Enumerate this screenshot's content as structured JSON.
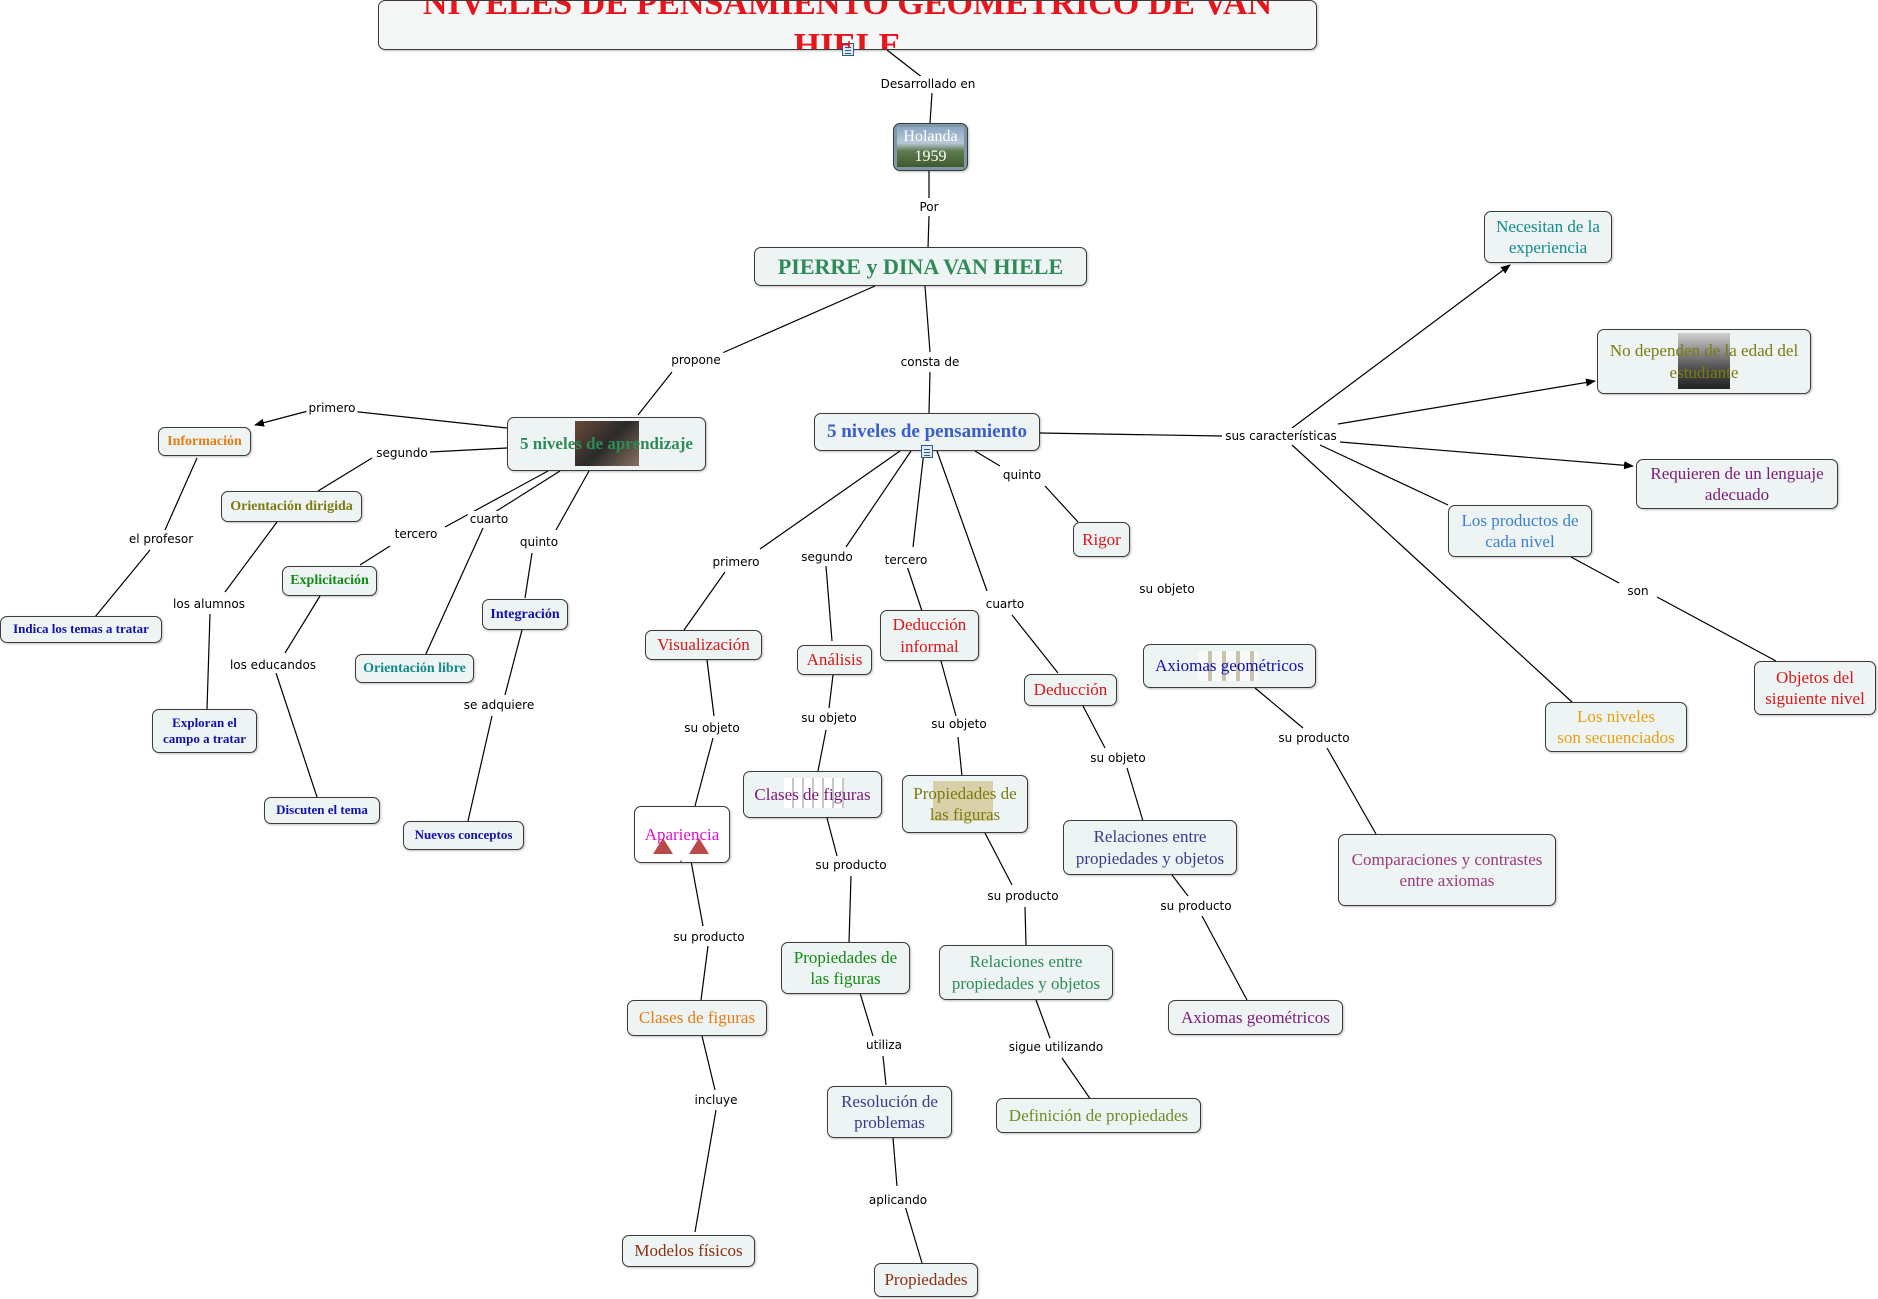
{
  "title": "NIVELES DE PENSAMIENTO  GEOMÉTRICO DE VAN HIELE",
  "nodes": {
    "holanda": "Holanda\n1959",
    "autores": "PIERRE y DINA VAN HIELE",
    "aprendizaje": "5 niveles de aprendizaje",
    "pensamiento": "5 niveles de pensamiento",
    "informacion": "Información",
    "orientacion_dirigida": "Orientación dirigida",
    "explicitacion": "Explicitación",
    "orientacion_libre": "Orientación libre",
    "integracion": "Integración",
    "indica_temas": "Indica los temas a tratar",
    "exploran": "Exploran el\ncampo a tratar",
    "discuten": "Discuten el tema",
    "nuevos_conceptos": "Nuevos conceptos",
    "visualizacion": "Visualización",
    "analisis": "Análisis",
    "deduccion_informal": "Deducción\ninformal",
    "deduccion": "Deducción",
    "rigor": "Rigor",
    "apariencia": "Apariencia",
    "clases_figuras_1": "Clases de figuras",
    "propiedades_figuras_1": "Propiedades de\nlas figuras",
    "relaciones_1": "Relaciones entre\npropiedades y objetos",
    "axiomas_1": "Axiomas geométricos",
    "clases_figuras_2": "Clases de figuras",
    "propiedades_figuras_2": "Propiedades de\nlas figuras",
    "relaciones_2": "Relaciones entre\npropiedades y objetos",
    "axiomas_2": "Axiomas geométricos",
    "comparaciones": "Comparaciones y contrastes\nentre axiomas",
    "modelos_fisicos": "Modelos físicos",
    "resolucion": "Resolución de\nproblemas",
    "propiedades": "Propiedades",
    "definicion": "Definición de propiedades",
    "necesitan": "Necesitan de la\nexperiencia",
    "no_dependen": "No dependen de la edad del\nestudiante",
    "requieren": "Requieren de un lenguaje\nadecuado",
    "productos": "Los productos de\ncada nivel",
    "objetos_siguiente": "Objetos del\nsiguiente nivel",
    "secuenciados": "Los niveles\nson secuenciados"
  },
  "link_labels": {
    "desarrollado_en": "Desarrollado en",
    "por": "Por",
    "propone": "propone",
    "consta_de": "consta de",
    "primero_a": "primero",
    "segundo_a": "segundo",
    "tercero_a": "tercero",
    "cuarto_a": "cuarto",
    "quinto_a": "quinto",
    "el_profesor": "el profesor",
    "los_alumnos": "los alumnos",
    "los_educandos": "los educandos",
    "se_adquiere": "se adquiere",
    "primero_p": "primero",
    "segundo_p": "segundo",
    "tercero_p": "tercero",
    "cuarto_p": "cuarto",
    "quinto_p": "quinto",
    "su_objeto_1": "su objeto",
    "su_objeto_2": "su objeto",
    "su_objeto_3": "su objeto",
    "su_objeto_4": "su objeto",
    "su_objeto_5": "su objeto",
    "su_producto_1": "su producto",
    "su_producto_2": "su producto",
    "su_producto_3": "su producto",
    "su_producto_4": "su producto",
    "su_producto_5": "su producto",
    "incluye": "incluye",
    "utiliza": "utiliza",
    "aplicando": "aplicando",
    "sigue_utilizando": "sigue utilizando",
    "sus_caracteristicas": "sus características",
    "son": "son"
  },
  "colors": {
    "title": "#e8141b",
    "green_teal": "#2e8b57",
    "blue": "#3a5fcd",
    "orange": "#e87b10",
    "olive": "#7b7b0f",
    "dark_green": "#138a13",
    "teal": "#138a8a",
    "navy": "#1010b0",
    "red": "#d81818",
    "magenta": "#e010d0",
    "purple": "#7a1a7a",
    "brown": "#8b2f10",
    "slate": "#3a3a8a",
    "olive_green": "#6b8e23",
    "pink_purple": "#9b3a7a",
    "light_blue": "#3a80cd",
    "amber": "#e8a010"
  }
}
